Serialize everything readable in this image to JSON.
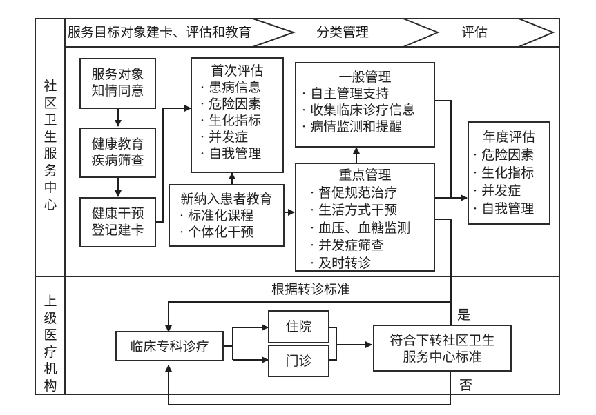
{
  "lanes": [
    {
      "label": "社区卫生服务中心"
    },
    {
      "label": "上级医疗机构"
    }
  ],
  "phases": [
    {
      "label": "服务目标对象建卡、评估和教育"
    },
    {
      "label": "分类管理"
    },
    {
      "label": "评估"
    }
  ],
  "community": {
    "consent": {
      "lines": [
        "服务对象",
        "知情同意"
      ]
    },
    "screening": {
      "lines": [
        "健康教育",
        "疾病筛查"
      ]
    },
    "registration": {
      "lines": [
        "健康干预",
        "登记建卡"
      ]
    },
    "first_assessment": {
      "title": "首次评估",
      "items": [
        "患病信息",
        "危险因素",
        "生化指标",
        "并发症",
        "自我管理"
      ]
    },
    "new_patient_education": {
      "title": "新纳入患者教育",
      "items": [
        "标准化课程",
        "个体化干预"
      ]
    },
    "general_management": {
      "title": "一般管理",
      "items": [
        "自主管理支持",
        "收集临床诊疗信息",
        "病情监测和提醒"
      ]
    },
    "key_management": {
      "title": "重点管理",
      "items": [
        "督促规范治疗",
        "生活方式干预",
        "血压、血糖监测",
        "并发症筛查",
        "及时转诊"
      ]
    },
    "annual_assessment": {
      "title": "年度评估",
      "items": [
        "危险因素",
        "生化指标",
        "并发症",
        "自我管理"
      ]
    }
  },
  "hospital": {
    "referral_criteria_label": "根据转诊标准",
    "specialist_care": {
      "label": "临床专科诊疗"
    },
    "inpatient": {
      "label": "住院"
    },
    "outpatient": {
      "label": "门诊"
    },
    "downward_criteria": {
      "lines": [
        "符合下转社区卫生",
        "服务中心标准"
      ]
    },
    "yes_label": "是",
    "no_label": "否"
  }
}
